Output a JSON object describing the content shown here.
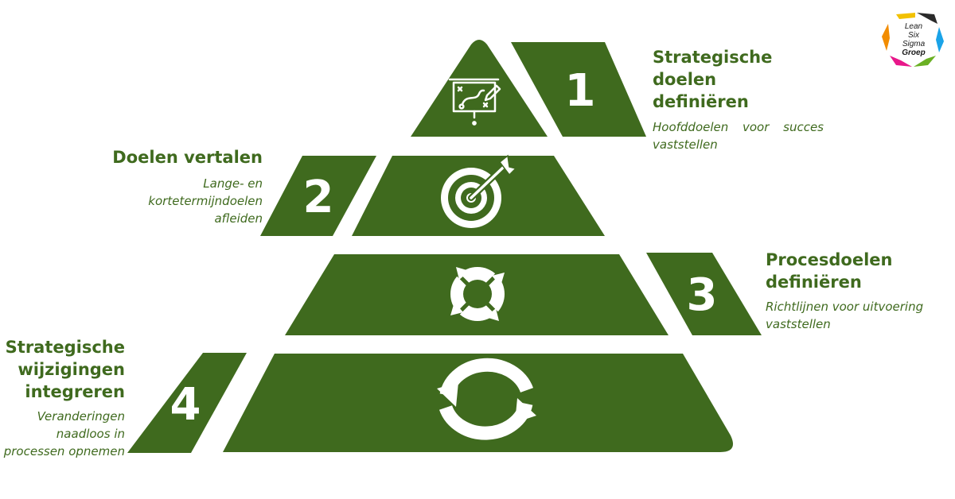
{
  "logo": {
    "line1": "Lean",
    "line2": "Six",
    "line3": "Sigma",
    "line4": "Groep"
  },
  "colors": {
    "primary": "#3f6a1e",
    "icon": "#ffffff"
  },
  "levels": [
    {
      "number": "1",
      "title_line1": "Strategische doelen",
      "title_line2": "definiëren",
      "desc_line1": "Hoofddoelen voor succes",
      "desc_line2": "vaststellen",
      "icon": "strategy-board-icon"
    },
    {
      "number": "2",
      "title_line1": "Doelen vertalen",
      "desc_line1": "Lange- en",
      "desc_line2": "kortetermijndoelen",
      "desc_line3": "afleiden",
      "icon": "target-arrow-icon"
    },
    {
      "number": "3",
      "title_line1": "Procesdoelen",
      "title_line2": "definiëren",
      "desc_line1": "Richtlijnen voor uitvoering",
      "desc_line2": "vaststellen",
      "icon": "cycle-arrows-icon"
    },
    {
      "number": "4",
      "title_line1": "Strategische",
      "title_line2": "wijzigingen",
      "title_line3": "integreren",
      "desc_line1": "Veranderingen",
      "desc_line2": "naadloos in",
      "desc_line3": "processen opnemen",
      "icon": "refresh-icon"
    }
  ]
}
